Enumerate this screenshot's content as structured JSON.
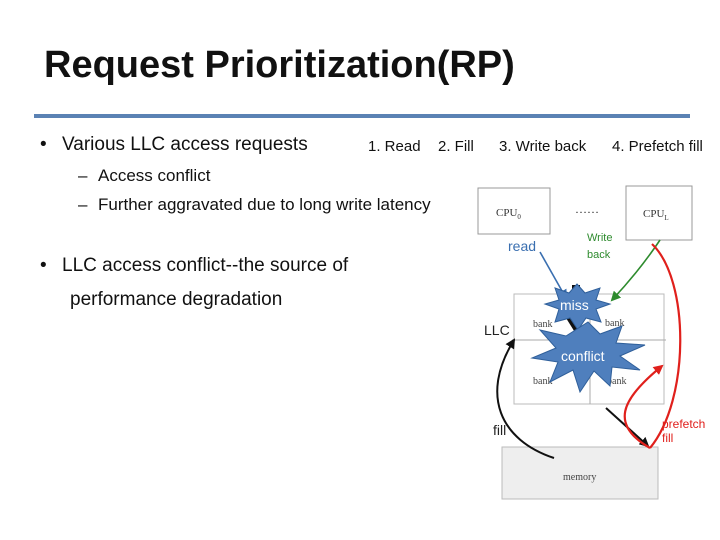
{
  "title": "Request Prioritization(RP)",
  "bullets": [
    {
      "text": "Various LLC access requests",
      "types": [
        "1. Read",
        "2. Fill",
        "3. Write back",
        "4. Prefetch fill"
      ],
      "subs": [
        "Access conflict",
        "Further aggravated due to long write latency"
      ]
    },
    {
      "line1": "LLC access conflict--the source of",
      "line2": "performance degradation"
    }
  ],
  "diagram": {
    "cpu0": "CPU",
    "cpu0_sub": "0",
    "dots": "……",
    "cpuL": "CPU",
    "cpuL_sub": "L",
    "read": "read",
    "write": "Write",
    "back": "back",
    "miss": "miss",
    "llc": "LLC",
    "bank1": "bank",
    "bank2": "bank",
    "bank3": "bank",
    "bank4": "bank",
    "conflict": "conflict",
    "fill": "fill",
    "prefetch": "prefetch",
    "prefetch_fill": "fill",
    "memory": "memory"
  },
  "colors": {
    "rule": "#5b82b4",
    "star": "#4f7fbd",
    "write_arrow": "#2e8b2e",
    "prefetch": "#e0201c"
  }
}
